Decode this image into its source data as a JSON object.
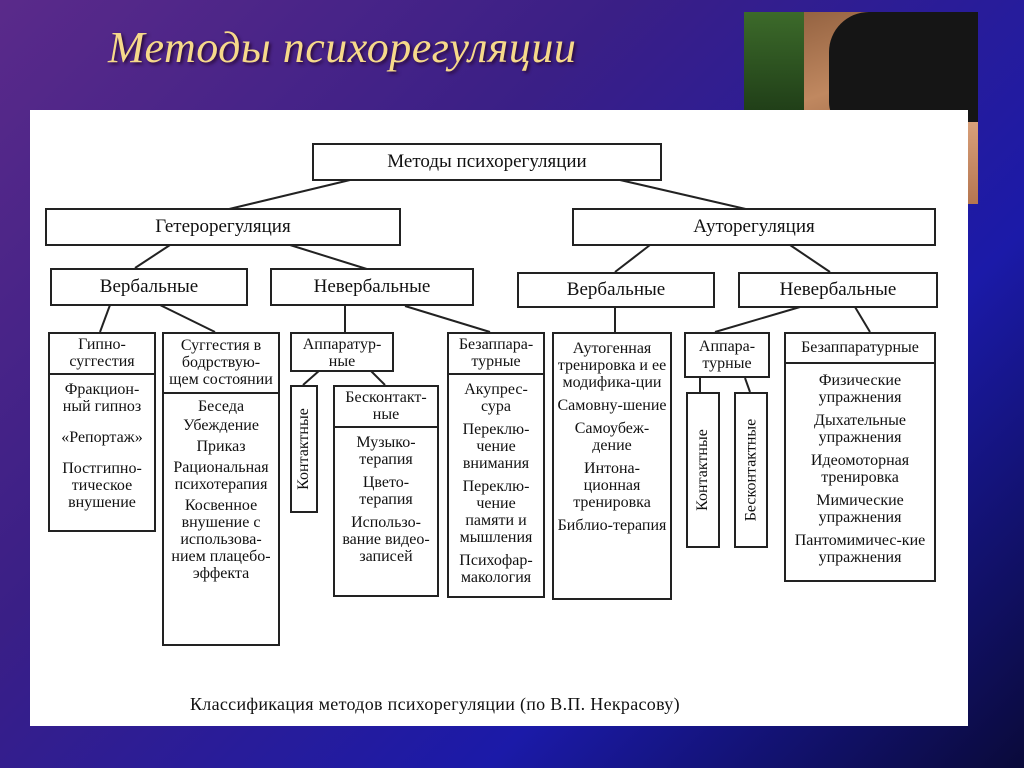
{
  "slide_title": "Методы психорегуляции",
  "root": "Методы психорегуляции",
  "hetero": {
    "title": "Гетерорегуляция",
    "verbal": "Вербальные",
    "nonverbal": "Невербальные",
    "gipno": {
      "title": "Гипно-суггестия",
      "items": [
        "Фракцион-ный гипноз",
        "«Репортаж»",
        "Постгипно-тическое внушение"
      ]
    },
    "suggestia": {
      "title": "Суггестия в бодрствую-щем состоянии",
      "items": [
        "Беседа",
        "Убеждение",
        "Приказ",
        "Рациональная психотерапия",
        "Косвенное внушение с использова-нием плацебо-эффекта"
      ]
    },
    "apparat": {
      "title": "Аппаратур-ные",
      "contact": "Контактные",
      "noncontact": "Бесконтакт-ные",
      "items": [
        "Музыко-терапия",
        "Цвето-терапия",
        "Использо-вание видео-записей"
      ]
    },
    "bezapparat": {
      "title": "Безаппара-турные",
      "items": [
        "Акупрес-сура",
        "Переклю-чение внимания",
        "Переклю-чение памяти и мышления",
        "Психофар-макология"
      ]
    }
  },
  "auto": {
    "title": "Ауторегуляция",
    "verbal": "Вербальные",
    "nonverbal": "Невербальные",
    "verbal_items": [
      "Аутогенная тренировка и ее модифика-ции",
      "Самовну-шение",
      "Самоубеж-дение",
      "Интона-ционная тренировка",
      "Библио-терапия"
    ],
    "apparat": {
      "title": "Аппара-турные",
      "contact": "Контактные",
      "noncontact": "Бесконтактные"
    },
    "bezapparat": {
      "title": "Безаппаратурные",
      "items": [
        "Физические упражнения",
        "Дыхательные упражнения",
        "Идеомоторная тренировка",
        "Мимические упражнения",
        "Пантомимичес-кие упражнения"
      ]
    }
  },
  "caption": "Классификация методов психорегуляции (по В.П. Некрасову)"
}
